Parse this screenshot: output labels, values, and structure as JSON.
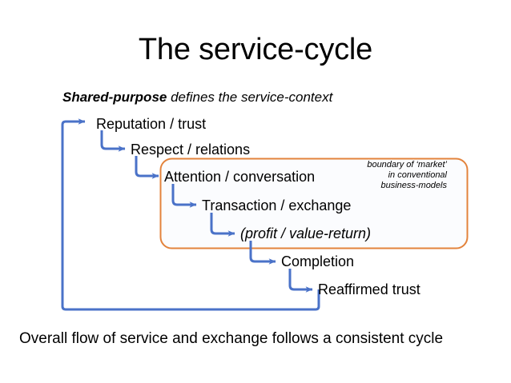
{
  "slide": {
    "title": "The service-cycle",
    "subtitle": {
      "emphasis": "Shared-purpose",
      "rest": " defines the service-context"
    },
    "caption": "Overall flow of service and exchange follows a consistent cycle"
  },
  "cycle": {
    "steps": [
      {
        "label": "Reputation / trust",
        "italic": false
      },
      {
        "label": "Respect / relations",
        "italic": false
      },
      {
        "label": "Attention / conversation",
        "italic": false
      },
      {
        "label": "Transaction / exchange",
        "italic": false
      },
      {
        "label": "(profit / value-return)",
        "italic": true
      },
      {
        "label": "Completion",
        "italic": false
      },
      {
        "label": "Reaffirmed trust",
        "italic": false
      }
    ]
  },
  "boundary_box": {
    "note_line_1": "boundary of ‘market’",
    "note_line_2": "in conventional",
    "note_line_3": "business-models"
  },
  "colors": {
    "arrow_blue": "#4a72c8",
    "boundary_orange": "#e3833c",
    "box_fill": "#fbfcfe",
    "text": "#000000",
    "background": "#ffffff"
  }
}
